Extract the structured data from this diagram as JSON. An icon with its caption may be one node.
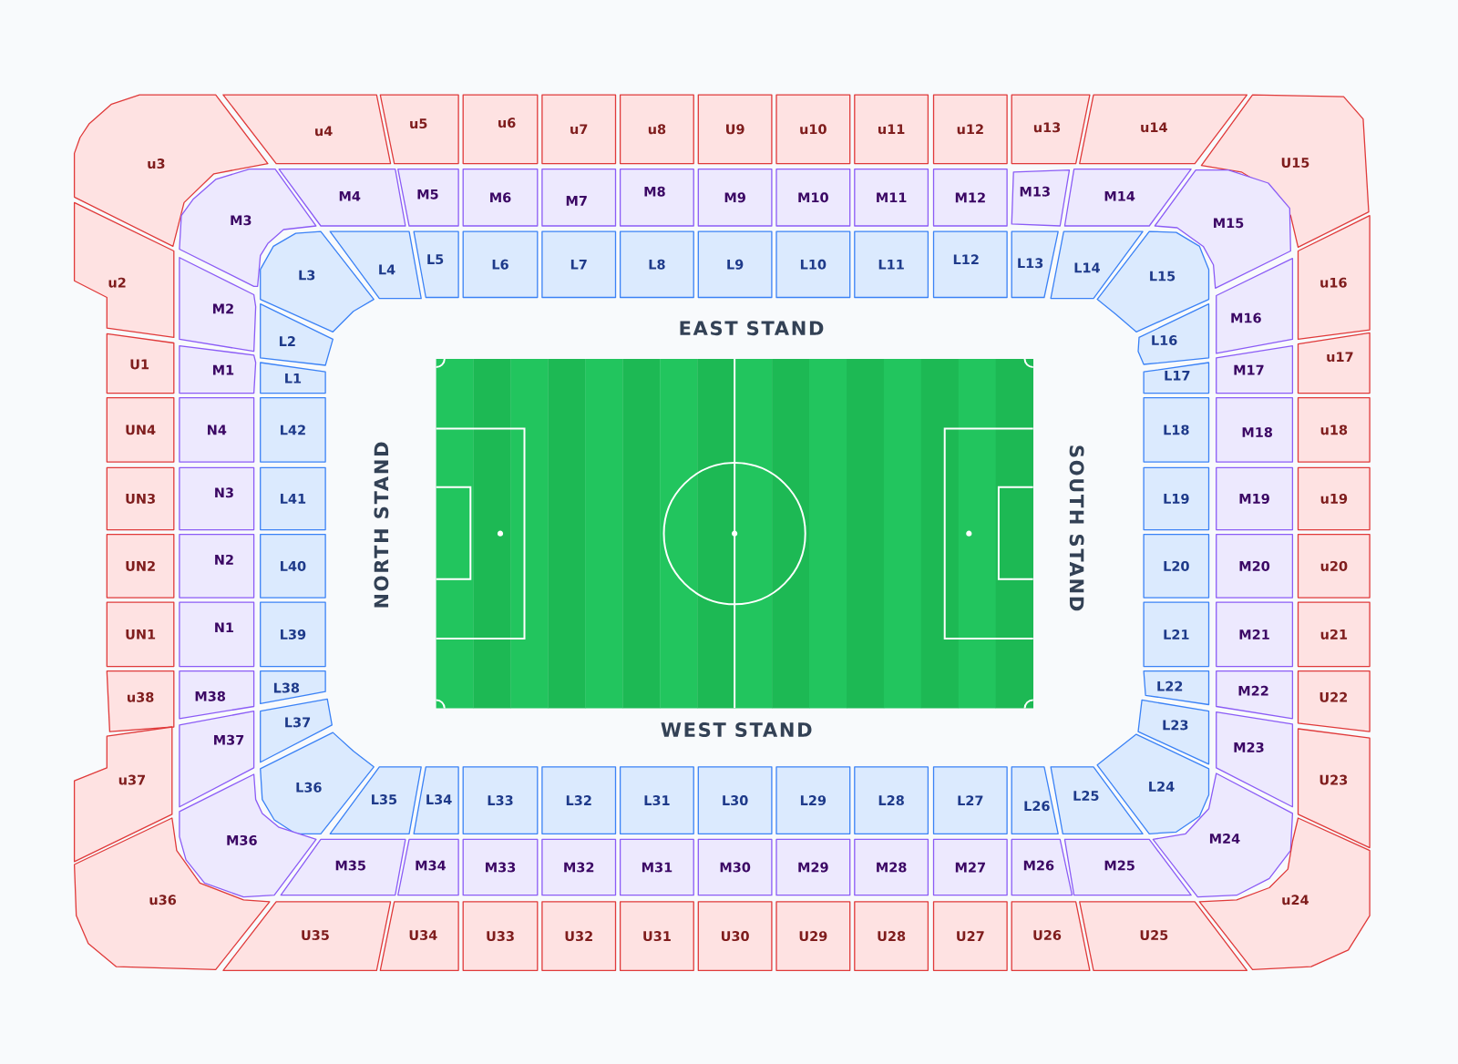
{
  "diagram": {
    "nodes": [
      {
        "text": [
          "u3"
        ]
      },
      {
        "text": [
          "u4"
        ]
      },
      {
        "text": [
          "u5"
        ]
      },
      {
        "text": [
          "u6"
        ]
      },
      {
        "text": [
          "u7"
        ]
      },
      {
        "text": [
          "u8"
        ]
      },
      {
        "text": [
          "U9"
        ]
      },
      {
        "text": [
          "u10"
        ]
      },
      {
        "text": [
          "u11"
        ]
      },
      {
        "text": [
          "u12"
        ]
      },
      {
        "text": [
          "u13"
        ]
      },
      {
        "text": [
          "u14"
        ]
      },
      {
        "text": [
          "U15"
        ]
      },
      {
        "text": [
          "M3"
        ]
      },
      {
        "text": [
          "M4"
        ]
      },
      {
        "text": [
          "M5"
        ]
      },
      {
        "text": [
          "M6"
        ]
      },
      {
        "text": [
          "M7"
        ]
      },
      {
        "text": [
          "M8"
        ]
      },
      {
        "text": [
          "M9"
        ]
      },
      {
        "text": [
          "M10"
        ]
      },
      {
        "text": [
          "M11"
        ]
      },
      {
        "text": [
          "M12"
        ]
      },
      {
        "text": [
          "M13"
        ]
      },
      {
        "text": [
          "M14"
        ]
      },
      {
        "text": [
          "M15"
        ]
      },
      {
        "text": [
          "u2"
        ]
      },
      {
        "text": [
          "M2"
        ]
      },
      {
        "text": [
          "L3"
        ]
      },
      {
        "text": [
          "L4"
        ]
      },
      {
        "text": [
          "L5"
        ]
      },
      {
        "text": [
          "L6"
        ]
      },
      {
        "text": [
          "L7"
        ]
      },
      {
        "text": [
          "L8"
        ]
      },
      {
        "text": [
          "L9"
        ]
      },
      {
        "text": [
          "L10"
        ]
      },
      {
        "text": [
          "L11"
        ]
      },
      {
        "text": [
          "L12"
        ]
      },
      {
        "text": [
          "L13"
        ]
      },
      {
        "text": [
          "L14"
        ]
      },
      {
        "text": [
          "L15"
        ]
      },
      {
        "text": [
          "M16"
        ]
      },
      {
        "text": [
          "u16"
        ]
      },
      {
        "text": [
          "L2"
        ]
      },
      {
        "text": [
          "L16"
        ]
      },
      {
        "text": [
          "U1"
        ]
      },
      {
        "text": [
          "M1"
        ]
      },
      {
        "text": [
          "L1"
        ]
      },
      {
        "text": [
          "L17"
        ]
      },
      {
        "text": [
          "M17"
        ]
      },
      {
        "text": [
          "u17"
        ]
      },
      {
        "text": [
          "UN4"
        ]
      },
      {
        "text": [
          "N4"
        ]
      },
      {
        "text": [
          "L42"
        ]
      },
      {
        "text": [
          "L18"
        ]
      },
      {
        "text": [
          "M18"
        ]
      },
      {
        "text": [
          "u18"
        ]
      },
      {
        "text": [
          "UN3"
        ]
      },
      {
        "text": [
          "N3"
        ]
      },
      {
        "text": [
          "L41"
        ]
      },
      {
        "text": [
          "L19"
        ]
      },
      {
        "text": [
          "M19"
        ]
      },
      {
        "text": [
          "u19"
        ]
      },
      {
        "text": [
          "UN2"
        ]
      },
      {
        "text": [
          "N2"
        ]
      },
      {
        "text": [
          "L40"
        ]
      },
      {
        "text": [
          "L20"
        ]
      },
      {
        "text": [
          "M20"
        ]
      },
      {
        "text": [
          "u20"
        ]
      },
      {
        "text": [
          "UN1"
        ]
      },
      {
        "text": [
          "N1"
        ]
      },
      {
        "text": [
          "L39"
        ]
      },
      {
        "text": [
          "L21"
        ]
      },
      {
        "text": [
          "M21"
        ]
      },
      {
        "text": [
          "u21"
        ]
      },
      {
        "text": [
          "u38"
        ]
      },
      {
        "text": [
          "M38"
        ]
      },
      {
        "text": [
          "L38"
        ]
      },
      {
        "text": [
          "L22"
        ]
      },
      {
        "text": [
          "M22"
        ]
      },
      {
        "text": [
          "U22"
        ]
      },
      {
        "text": [
          "L37"
        ]
      },
      {
        "text": [
          "L23"
        ]
      },
      {
        "text": [
          "u37"
        ]
      },
      {
        "text": [
          "M37"
        ]
      },
      {
        "text": [
          "L36"
        ]
      },
      {
        "text": [
          "L35"
        ]
      },
      {
        "text": [
          "L34"
        ]
      },
      {
        "text": [
          "L33"
        ]
      },
      {
        "text": [
          "L32"
        ]
      },
      {
        "text": [
          "L31"
        ]
      },
      {
        "text": [
          "L30"
        ]
      },
      {
        "text": [
          "L29"
        ]
      },
      {
        "text": [
          "L28"
        ]
      },
      {
        "text": [
          "L27"
        ]
      },
      {
        "text": [
          "L26"
        ]
      },
      {
        "text": [
          "L25"
        ]
      },
      {
        "text": [
          "L24"
        ]
      },
      {
        "text": [
          "M23"
        ]
      },
      {
        "text": [
          "U23"
        ]
      },
      {
        "text": [
          "M36"
        ]
      },
      {
        "text": [
          "M35"
        ]
      },
      {
        "text": [
          "M34"
        ]
      },
      {
        "text": [
          "M33"
        ]
      },
      {
        "text": [
          "M32"
        ]
      },
      {
        "text": [
          "M31"
        ]
      },
      {
        "text": [
          "M30"
        ]
      },
      {
        "text": [
          "M29"
        ]
      },
      {
        "text": [
          "M28"
        ]
      },
      {
        "text": [
          "M27"
        ]
      },
      {
        "text": [
          "M26"
        ]
      },
      {
        "text": [
          "M25"
        ]
      },
      {
        "text": [
          "M24"
        ]
      },
      {
        "text": [
          "u36"
        ]
      },
      {
        "text": [
          "U35"
        ]
      },
      {
        "text": [
          "U34"
        ]
      },
      {
        "text": [
          "U33"
        ]
      },
      {
        "text": [
          "U32"
        ]
      },
      {
        "text": [
          "U31"
        ]
      },
      {
        "text": [
          "U30"
        ]
      },
      {
        "text": [
          "U29"
        ]
      },
      {
        "text": [
          "U28"
        ]
      },
      {
        "text": [
          "U27"
        ]
      },
      {
        "text": [
          "U26"
        ]
      },
      {
        "text": [
          "U25"
        ]
      },
      {
        "text": [
          "u24"
        ]
      }
    ],
    "labels": [
      "EAST STAND",
      "NORTH STAND",
      "SOUTH STAND",
      "WEST STAND"
    ]
  }
}
